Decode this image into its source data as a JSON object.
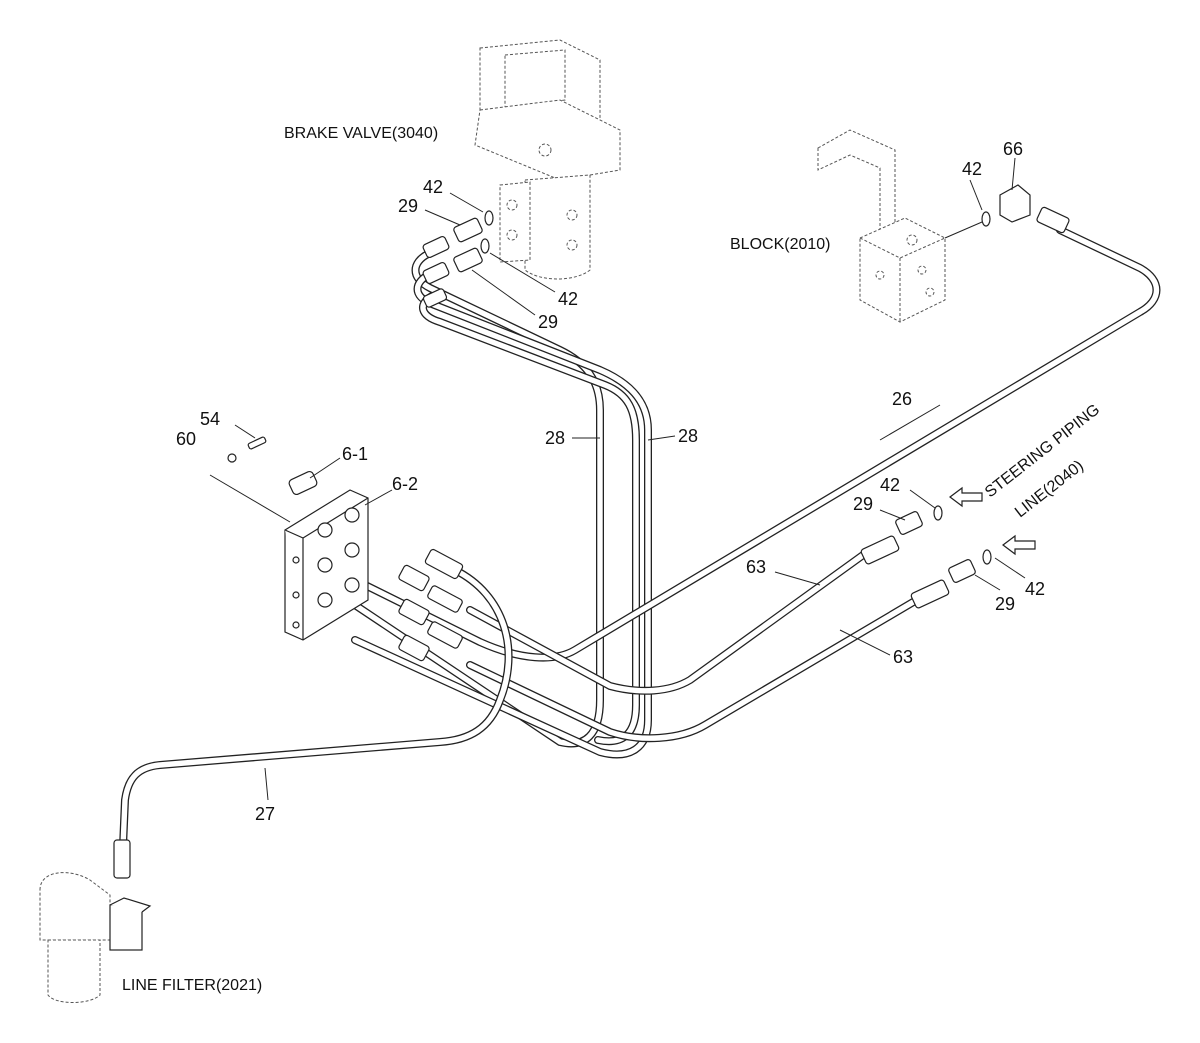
{
  "component_names": {
    "brake_valve": "BRAKE VALVE(3040)",
    "block": "BLOCK(2010)",
    "steering_line_1": "STEERING PIPING",
    "steering_line_2": "LINE(2040)",
    "line_filter": "LINE FILTER(2021)"
  },
  "part_labels": {
    "p42a": "42",
    "p29a": "29",
    "p42b": "42",
    "p29b": "29",
    "p42c": "42",
    "p66": "66",
    "p54": "54",
    "p60": "60",
    "p6_1": "6-1",
    "p6_2": "6-2",
    "p28a": "28",
    "p28b": "28",
    "p26": "26",
    "p42d": "42",
    "p29c": "29",
    "p63a": "63",
    "p29d": "29",
    "p42e": "42",
    "p63b": "63",
    "p27": "27"
  }
}
